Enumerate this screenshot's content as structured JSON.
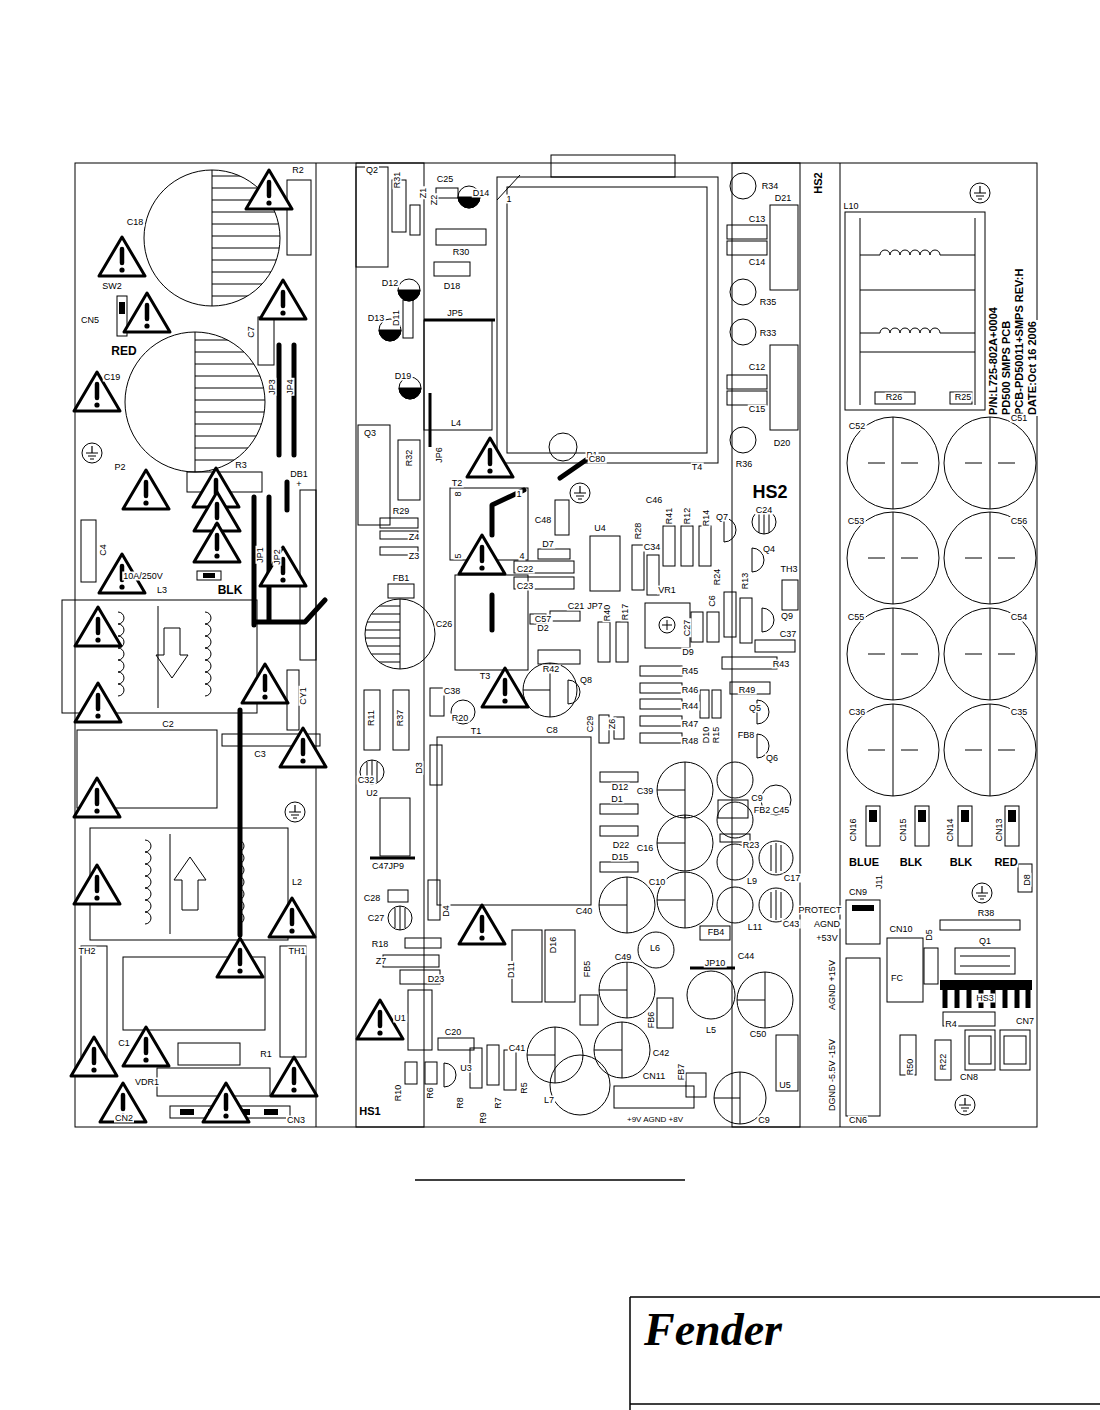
{
  "diagram": {
    "nodes": [
      {
        "text": [
          "Fender"
        ]
      }
    ],
    "labels": [
      "R2",
      "C18",
      "SW2",
      "CN5",
      "RED",
      "C7",
      "C19",
      "JP3",
      "JP4",
      "P2",
      "R3",
      "DB1",
      "+",
      "C4",
      "10A/250V",
      "BLK",
      "JP1",
      "JP2",
      "L3",
      "CY1",
      "C2",
      "C3",
      "L2",
      "TH2",
      "TH1",
      "C1",
      "R1",
      "VDR1",
      "CN2",
      "CN3",
      "Q2",
      "R31",
      "Z1",
      "Z2",
      "C25",
      "D14",
      "R30",
      "D12",
      "D18",
      "D13",
      "D11",
      "JP5",
      "D19",
      "Q3",
      "R32",
      "JP6",
      "L4",
      "1",
      "P1",
      "T4",
      "C80",
      "T2",
      "8",
      "1",
      "5",
      "4",
      "R29",
      "Z4",
      "Z3",
      "FB1",
      "C48",
      "D7",
      "C22",
      "C23",
      "C21",
      "JP7",
      "C57",
      "D2",
      "R40",
      "R17",
      "C26",
      "T3",
      "R42",
      "Q8",
      "R11",
      "R37",
      "C38",
      "R20",
      "T1",
      "C8",
      "C29",
      "Z6",
      "D3",
      "C32",
      "U2",
      "C47JP9",
      "C28",
      "C27",
      "D4",
      "R18",
      "Z7",
      "D23",
      "U1",
      "C20",
      "U3",
      "R10",
      "R6",
      "R8",
      "R9",
      "R7",
      "R5",
      "HS1",
      "D11",
      "D16",
      "FB5",
      "C41",
      "L7",
      "C49",
      "L6",
      "FB6",
      "C42",
      "CN11",
      "+9V AGND +8V",
      "FB7",
      "C40",
      "D12",
      "D1",
      "C39",
      "D22",
      "C16",
      "D15",
      "C10",
      "C9",
      "FB2",
      "C45",
      "R23",
      "L9",
      "C17",
      "L11",
      "C43",
      "FB4",
      "JP10",
      "C44",
      "L5",
      "C50",
      "C9",
      "U5",
      "C46",
      "U4",
      "R28",
      "C34",
      "R41",
      "R12",
      "R14",
      "Q7",
      "C24",
      "HS2",
      "Q4",
      "R24",
      "R13",
      "TH3",
      "VR1",
      "C6",
      "Q9",
      "C27",
      "D9",
      "C37",
      "R43",
      "R45",
      "R46",
      "R44",
      "R47",
      "R48",
      "R49",
      "D10",
      "R15",
      "Q5",
      "FB8",
      "Q6",
      "R34",
      "D21",
      "C13",
      "C14",
      "R35",
      "R33",
      "C12",
      "C15",
      "R36",
      "D20",
      "HS2",
      "L10",
      "P/N:L725-802A+0004",
      "PD500 SMPS PCB",
      "PCB-PD50011+SMPS REV:H",
      "DATE:Oct 16 2006",
      "R26",
      "R25",
      "C52",
      "C51",
      "C53",
      "C56",
      "C55",
      "C54",
      "C36",
      "C35",
      "CN16",
      "CN15",
      "CN14",
      "CN13",
      "BLUE",
      "BLK",
      "BLK",
      "RED",
      "D8",
      "J11",
      "CN9",
      "PROTECT",
      "AGND",
      "+53V",
      "R38",
      "CN10",
      "D5",
      "FC",
      "Q1",
      "HS3",
      "AGND +15V",
      "DGND -5.5V -15V",
      "R4",
      "CN7",
      "R50",
      "R22",
      "CN8",
      "CN6"
    ]
  }
}
